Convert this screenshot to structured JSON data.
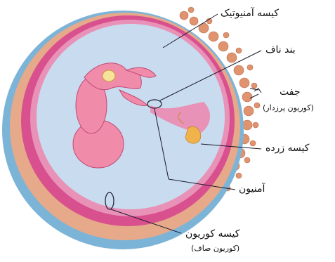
{
  "labels": {
    "amniotic_sac": "کیسه آمنیوتیک",
    "umbilical_cord": "بند ناف",
    "placenta": "جفت",
    "placenta_note": "(کوریون پرزدار)",
    "yolk_sac": "کیسه زرده",
    "amnion": "آمنیون",
    "chorionic_sac": "کیسه کوریون",
    "chorionic_note": "(کوریون صاف)"
  },
  "colors": {
    "amniotic_fluid": "#c9dbee",
    "amnion_band": "#d9508f",
    "chorion_band": "#e6a98a",
    "outer_blue": "#7cb4d8",
    "villi": "#e0936f",
    "embryo": "#f08caa",
    "yolk_sac": "#f0b24a",
    "leader_line": "#1a1a2e"
  }
}
